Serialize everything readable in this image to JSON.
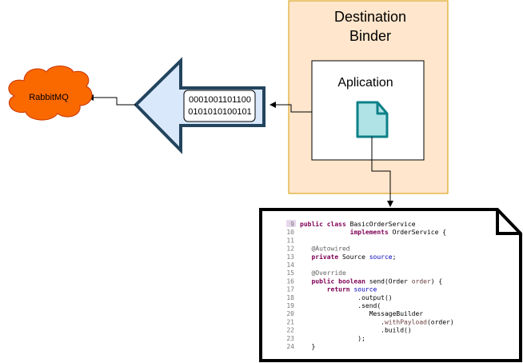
{
  "binder": {
    "title_line1": "Destination",
    "title_line2": "Binder"
  },
  "application": {
    "label": "Aplication"
  },
  "broker": {
    "label": "RabbitMQ"
  },
  "message": {
    "bits_line1": "0001001101100",
    "bits_line2": "0101010100101"
  },
  "code_snippet": {
    "lines": [
      {
        "num": "9",
        "t": [
          [
            "kw",
            "public class "
          ],
          [
            "txt",
            "BasicOrderService"
          ]
        ]
      },
      {
        "num": "10",
        "t": [
          [
            "txt",
            "             "
          ],
          [
            "kw",
            "implements "
          ],
          [
            "txt",
            "OrderService {"
          ]
        ]
      },
      {
        "num": "11",
        "t": []
      },
      {
        "num": "12",
        "t": [
          [
            "txt",
            "   "
          ],
          [
            "an",
            "@Autowired"
          ]
        ]
      },
      {
        "num": "13",
        "t": [
          [
            "txt",
            "   "
          ],
          [
            "kw",
            "private "
          ],
          [
            "txt",
            "Source "
          ],
          [
            "fld",
            "source"
          ],
          [
            "txt",
            ";"
          ]
        ]
      },
      {
        "num": "14",
        "t": []
      },
      {
        "num": "15",
        "t": [
          [
            "txt",
            "   "
          ],
          [
            "an",
            "@Override"
          ]
        ]
      },
      {
        "num": "16",
        "t": [
          [
            "txt",
            "   "
          ],
          [
            "kw",
            "public boolean "
          ],
          [
            "txt",
            "send(Order "
          ],
          [
            "var",
            "order"
          ],
          [
            "txt",
            ") {"
          ]
        ]
      },
      {
        "num": "17",
        "t": [
          [
            "txt",
            "       "
          ],
          [
            "kw",
            "return "
          ],
          [
            "fld",
            "source"
          ]
        ]
      },
      {
        "num": "18",
        "t": [
          [
            "txt",
            "               .output()"
          ]
        ]
      },
      {
        "num": "19",
        "t": [
          [
            "txt",
            "               .send("
          ]
        ]
      },
      {
        "num": "20",
        "t": [
          [
            "txt",
            "                  MessageBuilder"
          ]
        ]
      },
      {
        "num": "21",
        "t": [
          [
            "txt",
            "                     ."
          ],
          [
            "var",
            "withPayload"
          ],
          [
            "txt",
            "(order)"
          ]
        ]
      },
      {
        "num": "22",
        "t": [
          [
            "txt",
            "                     .build()"
          ]
        ]
      },
      {
        "num": "23",
        "t": [
          [
            "txt",
            "               );"
          ]
        ]
      },
      {
        "num": "24",
        "t": [
          [
            "txt",
            "   }"
          ]
        ]
      }
    ]
  }
}
